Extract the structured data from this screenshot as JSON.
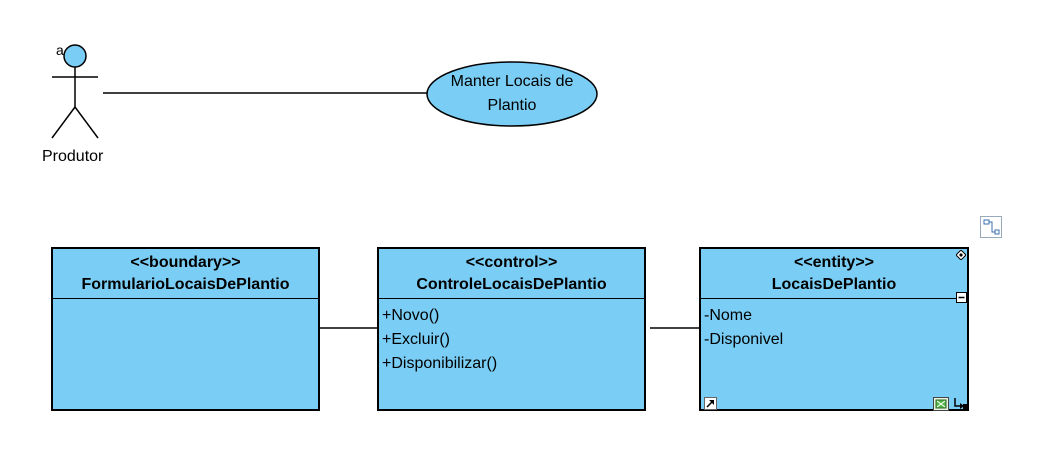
{
  "actor": {
    "name": "Produtor",
    "badge": "a",
    "fill_color": "#7acdf4"
  },
  "use_case": {
    "line1": "Manter Locais de",
    "line2": "Plantio",
    "fill_color": "#7acdf4"
  },
  "classes": [
    {
      "stereotype": "<<boundary>>",
      "name": "FormularioLocaisDePlantio",
      "members": []
    },
    {
      "stereotype": "<<control>>",
      "name": "ControleLocaisDePlantio",
      "members": [
        "+Novo()",
        "+Excluir()",
        "+Disponibilizar()"
      ]
    },
    {
      "stereotype": "<<entity>>",
      "name": "LocaisDePlantio",
      "members": [
        "-Nome",
        "-Disponivel"
      ]
    }
  ],
  "colors": {
    "class_fill": "#7acdf4",
    "line": "#000000"
  },
  "icons": {
    "top_right": "connector-icon",
    "entity_corner_top": "resize-handle-icon",
    "entity_collapse": "collapse-icon",
    "entity_bottom_left": "arrow-shortcut-icon",
    "entity_bottom_right_1": "model-element-icon",
    "entity_bottom_right_2": "anchor-icon"
  }
}
